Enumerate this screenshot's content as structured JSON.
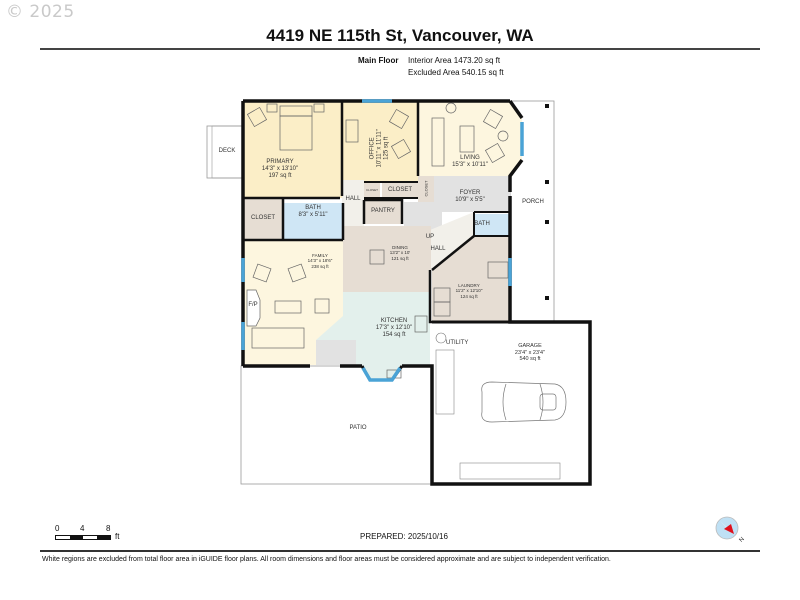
{
  "watermark": "© 2025",
  "header": {
    "title": "4419 NE 115th St, Vancouver, WA"
  },
  "summary": {
    "floor_label": "Main Floor",
    "interior_area": "Interior Area 1473.20 sq ft",
    "excluded_area": "Excluded Area 540.15 sq ft"
  },
  "rooms": {
    "primary": {
      "name": "PRIMARY",
      "dims": "14'3\" x 13'10\"",
      "area": "197 sq ft"
    },
    "office": {
      "name": "OFFICE",
      "dims": "10'11\" x 11'11\"",
      "area": "125 sq ft"
    },
    "living": {
      "name": "LIVING",
      "dims": "15'3\" x 10'11\""
    },
    "deck": {
      "name": "DECK"
    },
    "hall_upper": {
      "name": "HALL"
    },
    "closet_small": {
      "name": "CLOSET"
    },
    "closet_mid": {
      "name": "CLOSET"
    },
    "closet_vertical": {
      "name": "CLOSET"
    },
    "closet_left": {
      "name": "CLOSET"
    },
    "bath_main": {
      "name": "BATH",
      "dims": "8'3\" x 5'11\""
    },
    "pantry": {
      "name": "PANTRY"
    },
    "foyer": {
      "name": "FOYER",
      "dims": "10'9\" x 5'5\""
    },
    "porch": {
      "name": "PORCH"
    },
    "bath_half": {
      "name": "BATH"
    },
    "up": {
      "name": "UP"
    },
    "hall_lower": {
      "name": "HALL"
    },
    "family": {
      "name": "FAMILY",
      "dims": "14'3\" x 18'6\"",
      "area": "238 sq ft"
    },
    "dining": {
      "name": "DINING",
      "dims": "13'2\" x 10'",
      "area": "121 sq ft"
    },
    "fireplace": {
      "name": "F/P"
    },
    "kitchen": {
      "name": "KITCHEN",
      "dims": "17'3\" x 12'10\"",
      "area": "154 sq ft"
    },
    "laundry": {
      "name": "LAUNDRY",
      "dims": "11'2\" x 12'10\"",
      "area": "124 sq ft"
    },
    "utility": {
      "name": "UTILITY"
    },
    "garage": {
      "name": "GARAGE",
      "dims": "23'4\" x 23'4\"",
      "area": "540 sq ft"
    },
    "patio": {
      "name": "PATIO"
    }
  },
  "scale_bar": {
    "ticks": [
      "0",
      "4",
      "8"
    ],
    "unit": "ft"
  },
  "prepared": "PREPARED: 2025/10/16",
  "compass": {
    "label": "N",
    "needle_color": "#e0101c",
    "face_color": "#bfe0f4"
  },
  "colors": {
    "bedroom": "#fbeec7",
    "living": "#fdf6df",
    "service": "#e6ddd3",
    "bath": "#cfe6f5",
    "kitchen": "#e3f0ec",
    "hall": "#f2f0ea",
    "foyer": "#e2e2e2",
    "window": "#4aa3d6",
    "wall": "#111111"
  },
  "footer": {
    "disclaimer": "White regions are excluded from total floor area in iGUIDE floor plans. All room dimensions and floor areas must be considered approximate and are subject to independent verification."
  }
}
